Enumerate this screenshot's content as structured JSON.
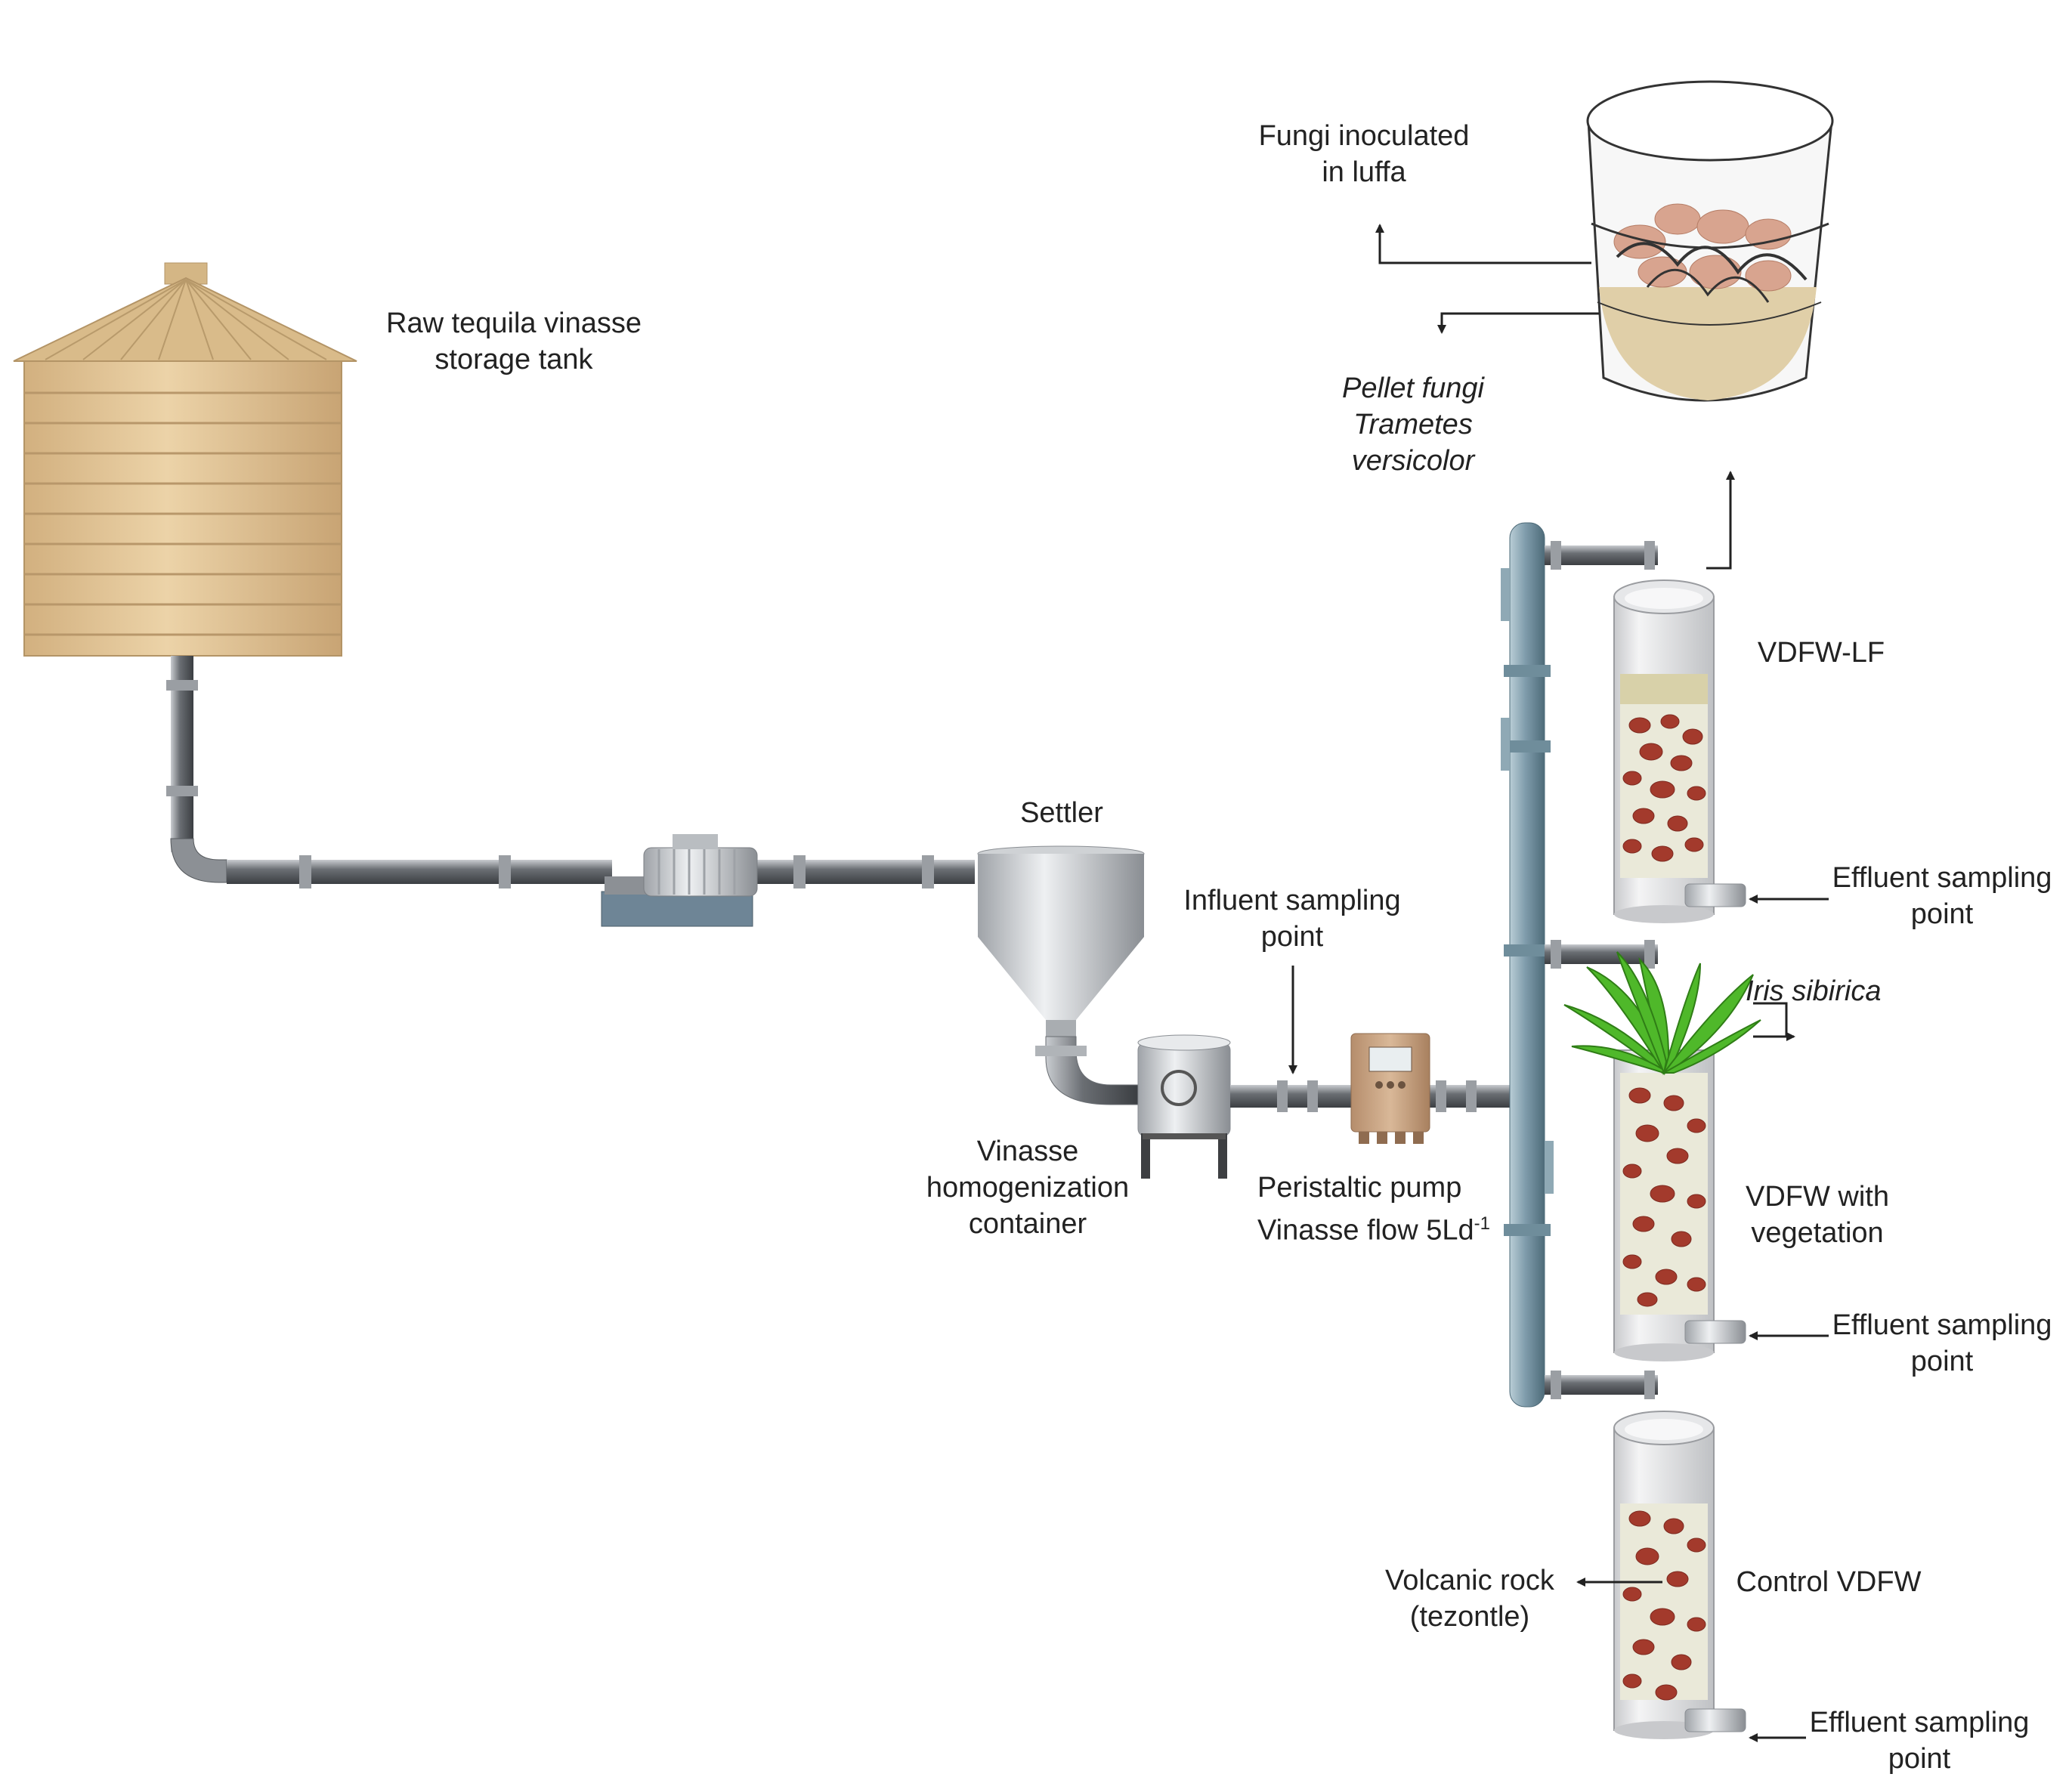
{
  "labels": {
    "storage_tank": [
      "Raw tequila vinasse",
      "storage tank"
    ],
    "settler": "Settler",
    "influent_sampling": [
      "Influent sampling",
      "point"
    ],
    "homogenization": [
      "Vinasse",
      "homogenization",
      "container"
    ],
    "pump": {
      "line1": "Peristaltic pump",
      "line2": "Vinasse flow 5Ld",
      "sup": "-1"
    },
    "fungi_luffa": [
      "Fungi inoculated",
      "in luffa"
    ],
    "pellet_fungi": [
      "Pellet fungi",
      "Trametes",
      "versicolor"
    ],
    "vdfw_lf": "VDFW-LF",
    "effluent_1": [
      "Effluent sampling",
      "point"
    ],
    "iris": "Iris sibirica",
    "vdfw_veg": [
      "VDFW with",
      "vegetation"
    ],
    "effluent_2": [
      "Effluent sampling",
      "point"
    ],
    "volcanic_rock": [
      "Volcanic rock",
      "(tezontle)"
    ],
    "control": "Control VDFW",
    "effluent_3": [
      "Effluent sampling",
      "point"
    ]
  },
  "colors": {
    "tank": "#e2c597",
    "tank_band": "#c9a877",
    "pipe": "#7b7f84",
    "column_pipe": "#7f9cab",
    "rock": "#a33a2c",
    "fill_media": "#eae9d9",
    "plant": "#4fb82a",
    "pump_body": "#c9a585",
    "luffa": "#e0cfa8",
    "fungi": "#d8a48f"
  }
}
